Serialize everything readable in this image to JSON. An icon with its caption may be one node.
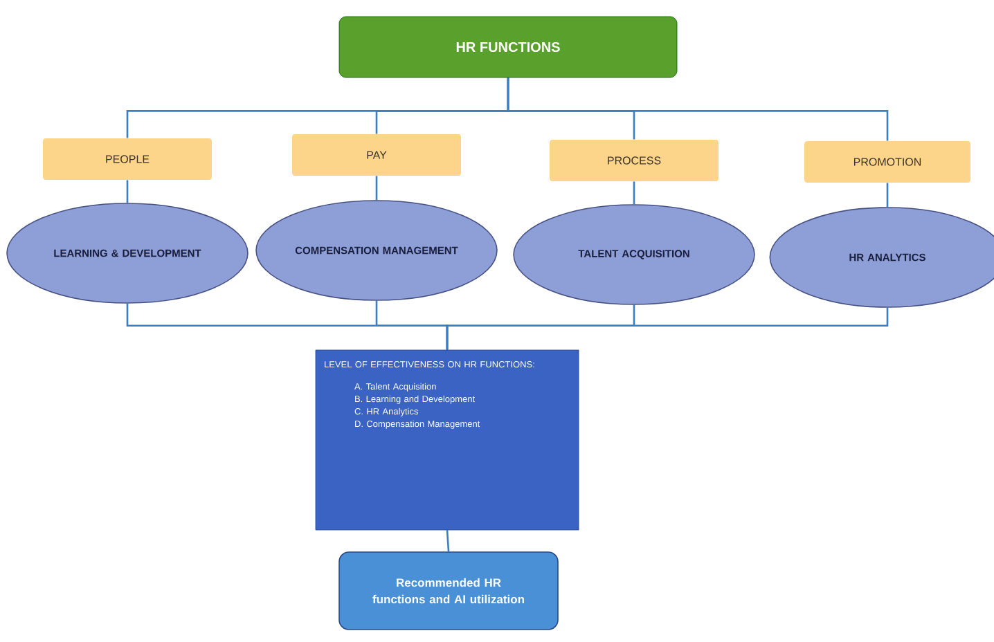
{
  "diagram": {
    "nodes": [
      {
        "text": [
          "HR FUNCTIONS"
        ]
      },
      {
        "text": [
          "PEOPLE"
        ]
      },
      {
        "text": [
          "PAY"
        ]
      },
      {
        "text": [
          "PROCESS"
        ]
      },
      {
        "text": [
          "PROMOTION"
        ]
      },
      {
        "text": [
          "LEARNING & DEVELOPMENT"
        ]
      },
      {
        "text": [
          "COMPENSATION MANAGEMENT"
        ]
      },
      {
        "text": [
          "TALENT ACQUISITION"
        ]
      },
      {
        "text": [
          "HR ANALYTICS"
        ]
      },
      {
        "text": [
          "LEVEL OF EFFECTIVENESS ON HR FUNCTIONS:",
          "A. Talent Acquisition",
          "B. Learning and Development",
          "C. HR Analytics",
          "D. Compensation Management"
        ]
      },
      {
        "text": [
          "Recommended HR functions and AI utilization"
        ]
      }
    ],
    "edges": [
      {
        "from": 0,
        "to": 1,
        "arrow": "none"
      },
      {
        "from": 0,
        "to": 2,
        "arrow": "none"
      },
      {
        "from": 0,
        "to": 3,
        "arrow": "none"
      },
      {
        "from": 0,
        "to": 4,
        "arrow": "none"
      },
      {
        "from": 1,
        "to": 5,
        "arrow": "none"
      },
      {
        "from": 2,
        "to": 6,
        "arrow": "none"
      },
      {
        "from": 3,
        "to": 7,
        "arrow": "none"
      },
      {
        "from": 4,
        "to": 8,
        "arrow": "none"
      },
      {
        "from": 5,
        "to": 9,
        "arrow": "none"
      },
      {
        "from": 6,
        "to": 9,
        "arrow": "none"
      },
      {
        "from": 7,
        "to": 9,
        "arrow": "none"
      },
      {
        "from": 8,
        "to": 9,
        "arrow": "none"
      },
      {
        "from": 9,
        "to": 10,
        "arrow": "none"
      }
    ]
  }
}
